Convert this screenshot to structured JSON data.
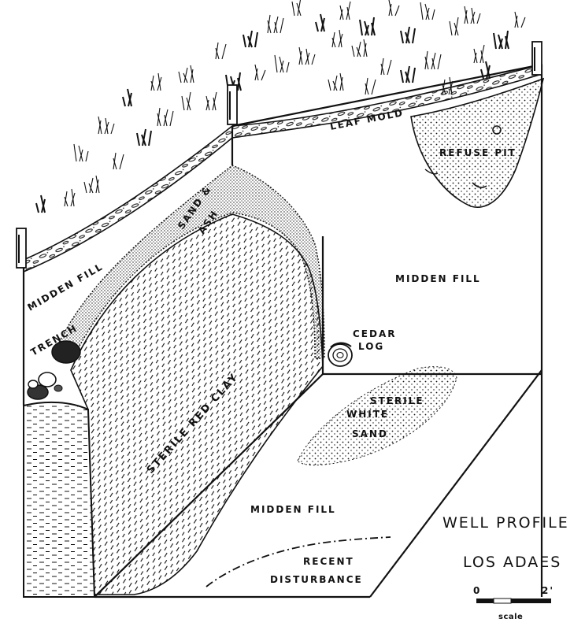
{
  "title": "WELL PROFILE",
  "subtitle": "LOS ADAES",
  "labels": {
    "leaf_mold": "LEAF MOLD",
    "refuse_pit": "REFUSE PIT",
    "sand_ash_1": "SAND &",
    "sand_ash_2": "ASH",
    "midden_fill_left": "MIDDEN FILL",
    "midden_fill_right": "MIDDEN FILL",
    "midden_fill_floor": "MIDDEN FILL",
    "trench": "TRENCH",
    "cedar_1": "CEDAR",
    "cedar_2": "LOG",
    "sterile_red_clay": "STERILE   RED   CLAY",
    "white_sand_1": "STERILE",
    "white_sand_2": "WHITE",
    "white_sand_3": "SAND",
    "recent_1": "RECENT",
    "recent_2": "DISTURBANCE"
  },
  "scale": {
    "start": "0",
    "end": "2'",
    "caption": "scale"
  }
}
